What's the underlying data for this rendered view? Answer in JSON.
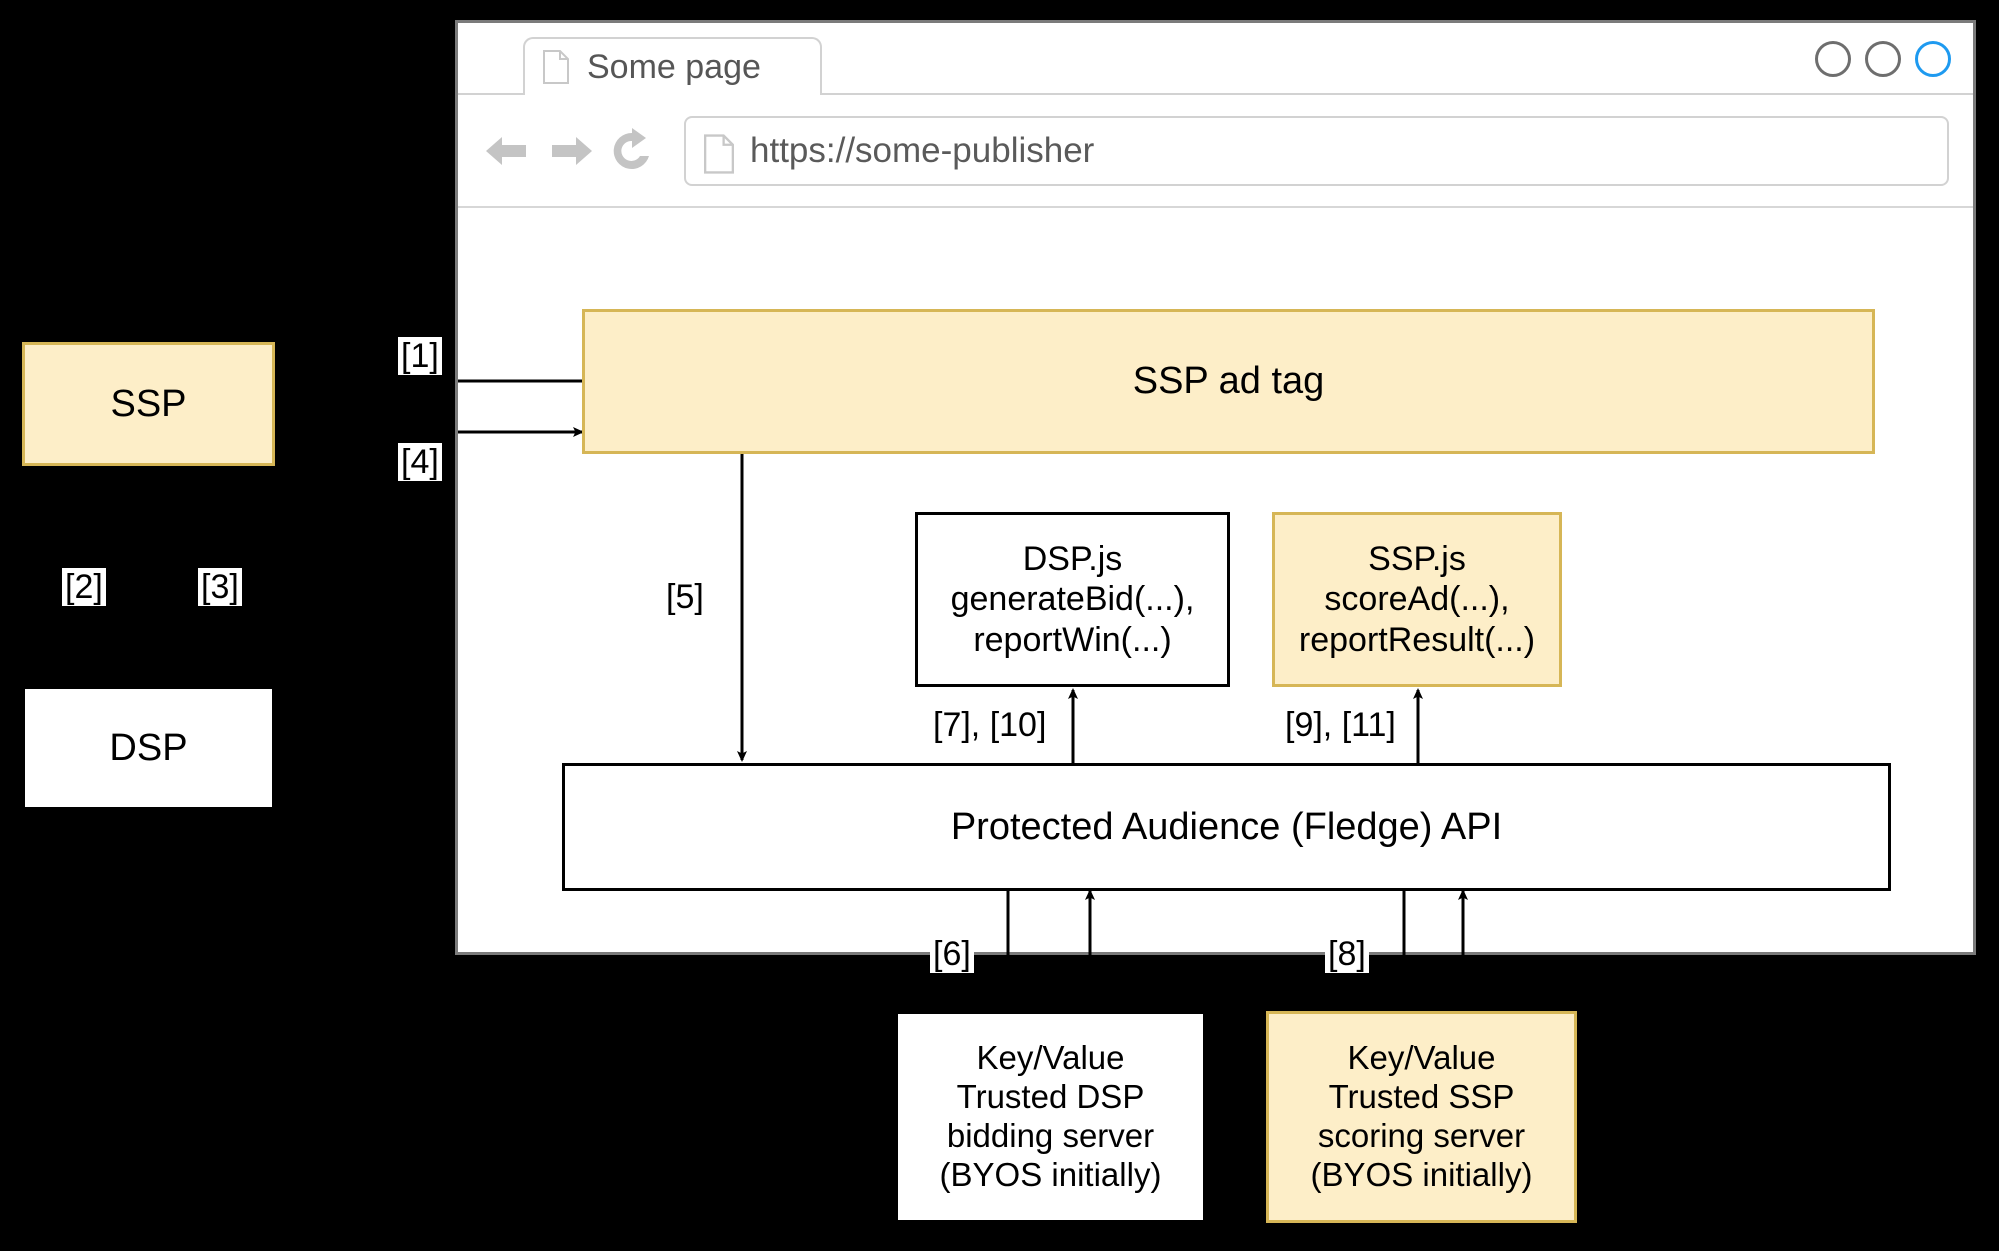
{
  "browser": {
    "tab": {
      "title": "Some page",
      "icon": "page-icon"
    },
    "window_controls": [
      {
        "name": "minimize-circle",
        "color": "#6e6e6e"
      },
      {
        "name": "maximize-circle",
        "color": "#6e6e6e"
      },
      {
        "name": "close-circle",
        "color": "#1e9af0"
      }
    ],
    "toolbar": {
      "back_icon": "back-arrow-icon",
      "forward_icon": "forward-arrow-icon",
      "reload_icon": "reload-icon",
      "site_icon": "page-icon",
      "url": "https://some-publisher"
    }
  },
  "diagram": {
    "type": "flow",
    "nodes": {
      "ssp": {
        "label": "SSP",
        "fill": "#fdeec8",
        "stroke": "#d6b656"
      },
      "dsp": {
        "label": "DSP",
        "fill": "#ffffff",
        "stroke": "#000000"
      },
      "ssp_ad_tag": {
        "label": "SSP ad tag",
        "fill": "#fdeec8",
        "stroke": "#d6b656"
      },
      "dsp_js": {
        "line1": "DSP.js",
        "line2": "generateBid(...),",
        "line3": "reportWin(...)",
        "fill": "#ffffff",
        "stroke": "#000000"
      },
      "ssp_js": {
        "line1": "SSP.js",
        "line2": "scoreAd(...),",
        "line3": "reportResult(...)",
        "fill": "#fdeec8",
        "stroke": "#d6b656"
      },
      "fledge_api": {
        "label": "Protected Audience (Fledge) API",
        "fill": "#ffffff",
        "stroke": "#000000"
      },
      "kv_dsp": {
        "line1": "Key/Value",
        "line2": "Trusted DSP",
        "line3": "bidding server",
        "line4": "(BYOS initially)",
        "fill": "#ffffff",
        "stroke": "#000000"
      },
      "kv_ssp": {
        "line1": "Key/Value",
        "line2": "Trusted SSP",
        "line3": "scoring server",
        "line4": "(BYOS initially)",
        "fill": "#fdeec8",
        "stroke": "#d6b656"
      }
    },
    "step_labels": {
      "s1": "[1]",
      "s2": "[2]",
      "s3": "[3]",
      "s4": "[4]",
      "s5": "[5]",
      "s6": "[6]",
      "s7_10": "[7], [10]",
      "s8": "[8]",
      "s9_11": "[9], [11]"
    }
  }
}
